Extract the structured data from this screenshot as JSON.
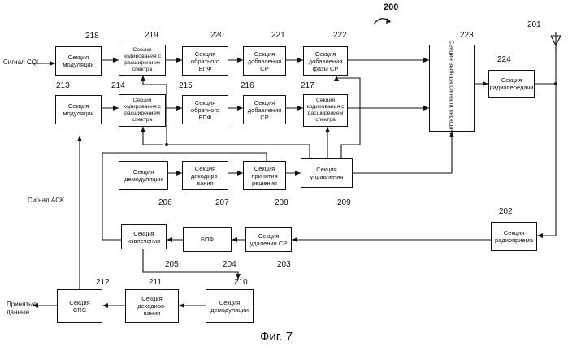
{
  "figure": {
    "ref": "200",
    "caption": "Фиг. 7"
  },
  "blocks": {
    "b218": {
      "label": "Секция\nмодуляции",
      "num": "218"
    },
    "b219": {
      "label": "Секция\nкодирования с\nрасширением\nспектра",
      "num": "219"
    },
    "b220": {
      "label": "Секция\nобратного\nБПФ",
      "num": "220"
    },
    "b221": {
      "label": "Секция\nдобавления\nCP",
      "num": "221"
    },
    "b222": {
      "label": "Секция\nдобавления\nфазы CP",
      "num": "222"
    },
    "b223": {
      "label": "Секция выбора сигнала\nпередачи",
      "num": "223"
    },
    "b224": {
      "label": "Секция\nрадиопередачи",
      "num": "224"
    },
    "b213": {
      "label": "Секция\nмодуляции",
      "num": "213"
    },
    "b214": {
      "label": "Секция\nкодирования с\nрасширением\nспектра",
      "num": "214"
    },
    "b215": {
      "label": "Секция\nобратного\nБПФ",
      "num": "215"
    },
    "b216": {
      "label": "Секция\nдобавления\nCP",
      "num": "216"
    },
    "b217": {
      "label": "Секция\nкодирования с\nрасширением\nспектра",
      "num": "217"
    },
    "b206": {
      "label": "Секция\nдемодуляции",
      "num": "206"
    },
    "b207": {
      "label": "Секция\nдекодиро-\nвания",
      "num": "207"
    },
    "b208": {
      "label": "Секция\nпринятия\nрешения",
      "num": "208"
    },
    "b209": {
      "label": "Секция\nуправления",
      "num": "209"
    },
    "b205": {
      "label": "Секция\nизвлечения",
      "num": "205"
    },
    "b204": {
      "label": "БПФ",
      "num": "204"
    },
    "b203": {
      "label": "Секция удаления CP",
      "num": "203"
    },
    "b202": {
      "label": "Секция\nрадиоприема",
      "num": "202"
    },
    "b212": {
      "label": "Секция\nCRC",
      "num": "212"
    },
    "b211": {
      "label": "Секция\nдекодиро-\nвания",
      "num": "211"
    },
    "b210": {
      "label": "Секция\nдемодуляции",
      "num": "210"
    }
  },
  "antenna_num": "201",
  "signals": {
    "cqi": "Сигнал CQI",
    "ack": "Сигнал ACK",
    "received": "Принятые\nданные"
  }
}
